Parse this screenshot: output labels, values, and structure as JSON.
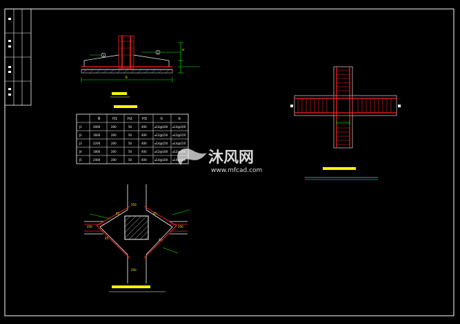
{
  "table": {
    "headers": [
      "",
      "B",
      "H1",
      "H2",
      "H3",
      "①",
      "②"
    ],
    "rows": [
      [
        "J1",
        "2000",
        "200",
        "50",
        "400",
        "⌀14@100",
        "⌀14@100"
      ],
      [
        "J2",
        "1600",
        "200",
        "50",
        "400",
        "⌀12@150",
        "⌀12@150"
      ],
      [
        "J3",
        "2200",
        "200",
        "50",
        "400",
        "⌀14@150",
        "⌀14@150"
      ],
      [
        "J4",
        "1800",
        "200",
        "50",
        "400",
        "⌀12@100",
        "⌀12@100"
      ],
      [
        "J5",
        "2400",
        "200",
        "50",
        "400",
        "⌀14@100",
        "⌀14@100"
      ]
    ]
  },
  "section": {
    "callout1": "1",
    "callout2": "2",
    "dim_h": "H",
    "dim_b": "B"
  },
  "crossing": {
    "dims": [
      "250",
      "250",
      "250",
      "250",
      "45",
      "45",
      "45",
      "45"
    ]
  },
  "watermark": {
    "brand_cn": "沐风网",
    "brand_url": "www.mfcad.com"
  },
  "colors": {
    "background": "#000000",
    "frame": "#ffffff",
    "rebar": "#ff2020",
    "dimension": "#00ff00",
    "text": "#ffff00",
    "cyan": "#00ffff"
  }
}
